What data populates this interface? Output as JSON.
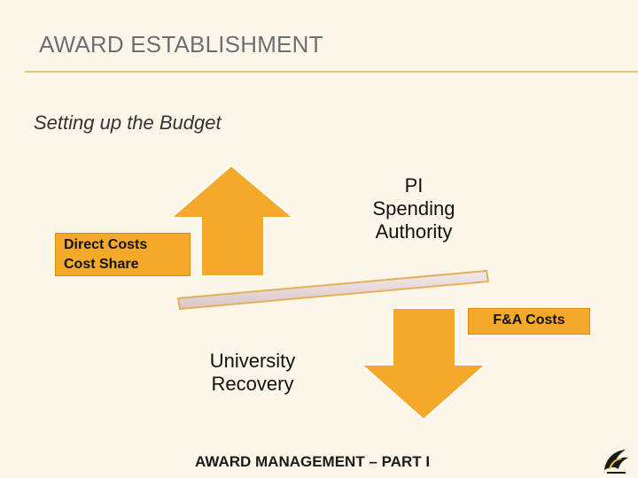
{
  "slide": {
    "title": "AWARD ESTABLISHMENT",
    "subtitle": "Setting up the Budget",
    "direct_costs_box": [
      "Direct Costs",
      "Cost Share"
    ],
    "pi_label": [
      "PI",
      "Spending",
      "Authority"
    ],
    "fa_box": "F&A Costs",
    "university_label": [
      "University",
      "Recovery"
    ],
    "footer": "AWARD MANAGEMENT – PART I"
  },
  "colors": {
    "accent": "#f4a92a",
    "rule": "#d9c78c",
    "background": "#fbf6e8"
  },
  "icons": [
    "up-arrow-icon",
    "down-arrow-icon",
    "balance-beam-icon",
    "logo-icon"
  ]
}
